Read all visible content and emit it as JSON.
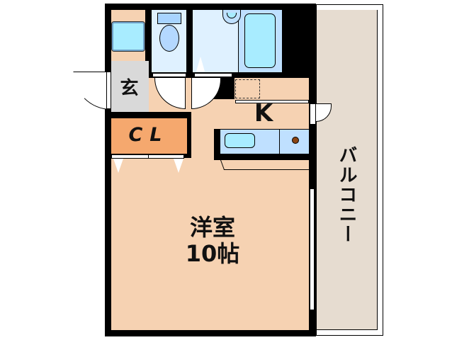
{
  "floorplan": {
    "rooms": {
      "western_room": {
        "name": "洋室",
        "size": "10帖"
      },
      "kitchen": {
        "label": "K"
      },
      "closet": {
        "label": "CL"
      },
      "entrance": {
        "label": "玄"
      },
      "balcony": {
        "label": "バルコニー"
      }
    },
    "colors": {
      "floor": "#f6d2b2",
      "closet": "#f5a86e",
      "entrance": "#d9d9d9",
      "wet_area": "#dff1ff",
      "fixture": "#a8ecff",
      "balcony": "#e6dcd0",
      "wall": "#000000"
    }
  }
}
